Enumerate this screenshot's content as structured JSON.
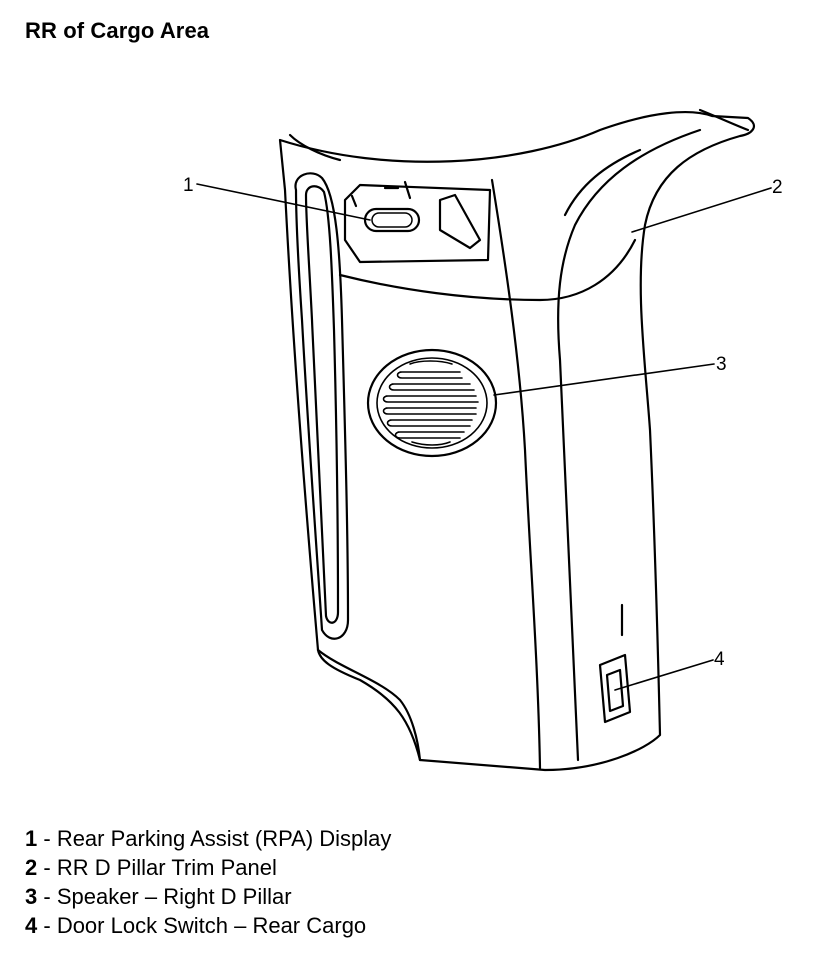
{
  "title": "RR of Cargo Area",
  "callouts": [
    {
      "number": "1"
    },
    {
      "number": "2"
    },
    {
      "number": "3"
    },
    {
      "number": "4"
    }
  ],
  "legend": [
    {
      "number": "1",
      "sep": " - ",
      "text": "Rear Parking Assist (RPA) Display"
    },
    {
      "number": "2",
      "sep": " - ",
      "text": "RR D Pillar Trim Panel"
    },
    {
      "number": "3",
      "sep": " - ",
      "text": "Speaker – Right D Pillar"
    },
    {
      "number": "4",
      "sep": " - ",
      "text": "Door Lock Switch – Rear Cargo"
    }
  ],
  "colors": {
    "line": "#000000",
    "fill": "#ffffff"
  }
}
